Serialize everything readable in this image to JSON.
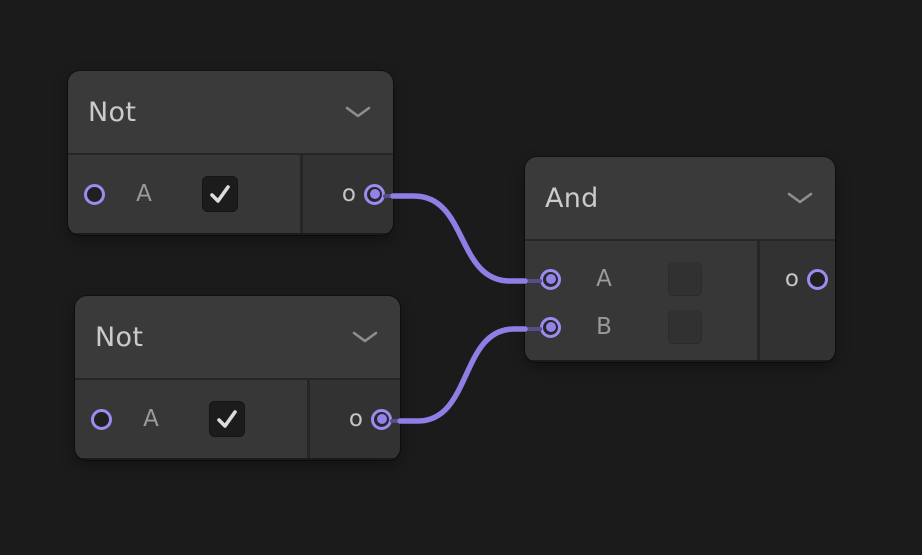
{
  "canvas": {
    "background": "#1b1b1b",
    "accent_wire_color": "#8d7fe6",
    "port_ring_color": "#9c8cf0"
  },
  "nodes": [
    {
      "title": "Not",
      "header_icon": "chevron-down",
      "inputs": [
        {
          "label": "A",
          "control": "checkbox",
          "checked": true,
          "connected": false
        }
      ],
      "outputs": [
        {
          "label": "o",
          "connected": true
        }
      ]
    },
    {
      "title": "Not",
      "header_icon": "chevron-down",
      "inputs": [
        {
          "label": "A",
          "control": "checkbox",
          "checked": true,
          "connected": false
        }
      ],
      "outputs": [
        {
          "label": "o",
          "connected": true
        }
      ]
    },
    {
      "title": "And",
      "header_icon": "chevron-down",
      "inputs": [
        {
          "label": "A",
          "control": "value-box",
          "connected": true
        },
        {
          "label": "B",
          "control": "value-box",
          "connected": true
        }
      ],
      "outputs": [
        {
          "label": "o",
          "connected": false
        }
      ]
    }
  ],
  "wires": [
    {
      "from": "not-1 output o",
      "to": "and input A"
    },
    {
      "from": "not-2 output o",
      "to": "and input B"
    }
  ]
}
